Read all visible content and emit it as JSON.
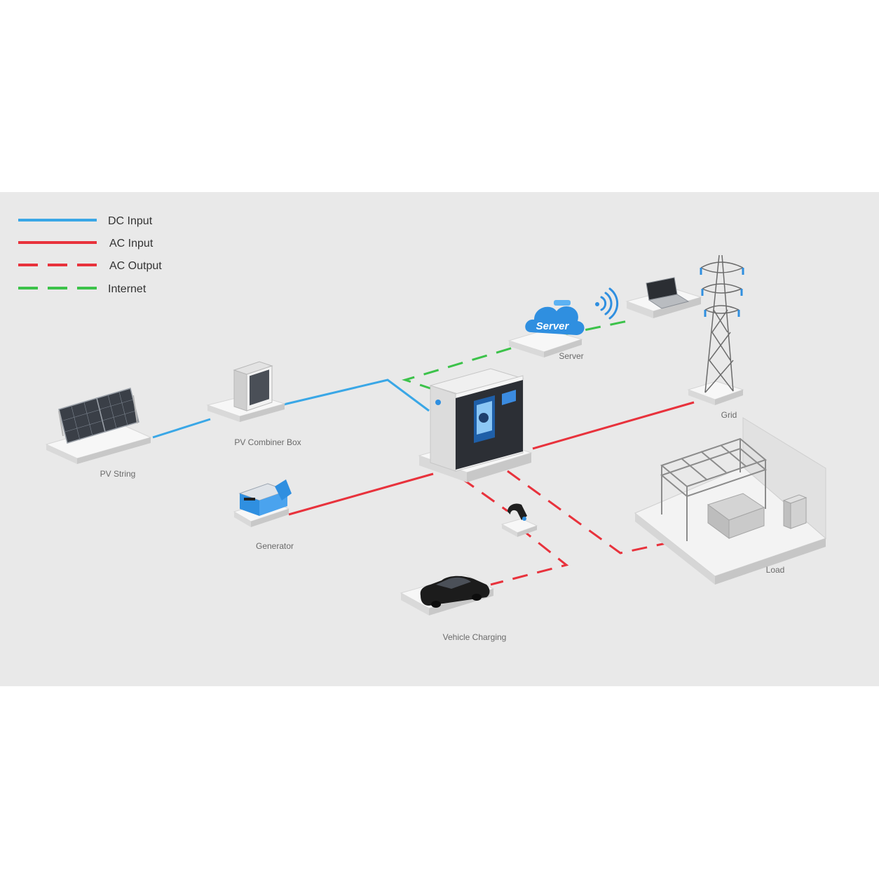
{
  "legend": {
    "items": [
      {
        "label": "DC Input",
        "color": "#3aa7e6",
        "style": "solid"
      },
      {
        "label": "AC Input",
        "color": "#e8323c",
        "style": "solid"
      },
      {
        "label": "AC Output",
        "color": "#e8323c",
        "style": "dashed"
      },
      {
        "label": "Internet",
        "color": "#3cc24a",
        "style": "dashed"
      }
    ]
  },
  "nodes": {
    "pv_string": "PV String",
    "pv_combiner_box": "PV Combiner Box",
    "generator": "Generator",
    "server": "Server",
    "server_cloud_text": "Server",
    "grid": "Grid",
    "load": "Load",
    "vehicle_charging": "Vehicle Charging"
  },
  "colors": {
    "dc": "#3aa7e6",
    "ac": "#e8323c",
    "internet": "#3cc24a",
    "brand_blue": "#2f8fe0"
  }
}
